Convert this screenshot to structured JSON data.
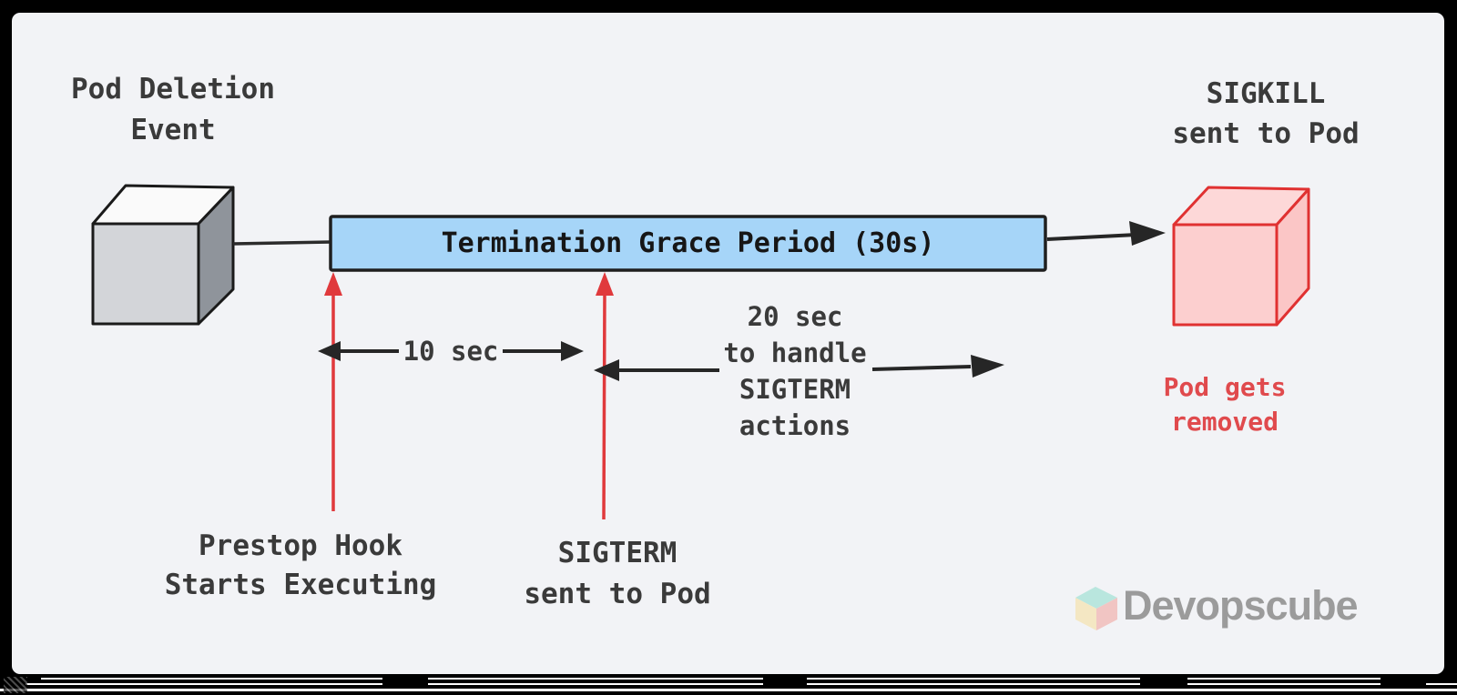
{
  "colors": {
    "canvas_bg": "#f2f3f6",
    "frame": "#000000",
    "box_blue_fill": "#a6d5f8",
    "outline_dark": "#1f1f1f",
    "arrow_black": "#262626",
    "arrow_red": "#e0393c",
    "cube_gray_front": "#d3d5d9",
    "cube_gray_top": "#fafafa",
    "cube_gray_side": "#8f949b",
    "cube_red_stroke": "#e03131",
    "cube_red_front": "#fccfcf",
    "cube_red_top": "#fdd8d8",
    "cube_red_side": "#fbc6c6",
    "text_dark": "#3a3a3a",
    "text_red": "#e04a4d",
    "wordmark_gray": "#9b9b9b"
  },
  "nodes": {
    "pod_deletion": {
      "label": "Pod Deletion\nEvent"
    },
    "grace_period": {
      "label": "Termination Grace Period (30s)"
    },
    "sigkill": {
      "label": "SIGKILL\nsent to Pod"
    },
    "pod_removed": {
      "label": "Pod gets\nremoved"
    }
  },
  "annotations": {
    "prestop_duration": "10 sec",
    "sigterm_window": "20 sec\nto handle\nSIGTERM\nactions",
    "prestop_hook": "Prestop Hook\nStarts Executing",
    "sigterm_sent": "SIGTERM\nsent to Pod"
  },
  "branding": {
    "wordmark": "Devopscube"
  }
}
